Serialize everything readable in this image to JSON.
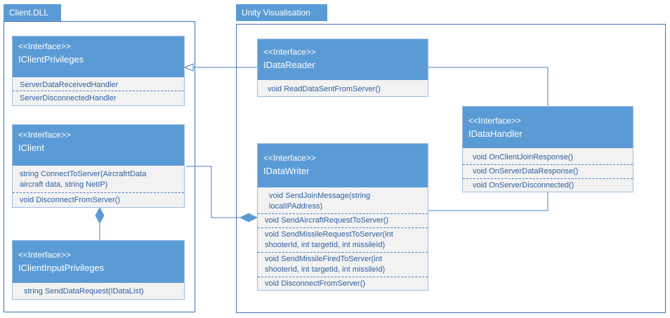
{
  "packages": {
    "client": {
      "title": "Client.DLL"
    },
    "unity": {
      "title": "Unity Visualisation"
    }
  },
  "stereotype": "<<Interface>>",
  "classes": {
    "client_privileges": {
      "name": "IClientPrivileges",
      "members": [
        "ServerDataReceivedHandler",
        "ServerDisconnectedHandler"
      ]
    },
    "client": {
      "name": "IClient",
      "members": [
        "string ConnectToServer(AircrafrtData aircraft data, string NetIP)",
        "void DisconnectFromServer()"
      ]
    },
    "client_input_privileges": {
      "name": "IClientInputPrivileges",
      "members": [
        "string SendDataRequest(IDataList)"
      ]
    },
    "data_reader": {
      "name": "IDataReader",
      "members": [
        "void ReadDataSentFromServer()"
      ]
    },
    "data_writer": {
      "name": "IDataWriter",
      "members": [
        "void SendJoinMessage(string localIPAddress)",
        "void SendAircraftRequestToServer()",
        "void SendMissileRequestToServer(int shooterId, int targetId, int missileId)",
        "void SendMissileFiredToServer(int shooterId, int targetId, int missileId)",
        "void DisconnectFromServer()"
      ]
    },
    "data_handler": {
      "name": "IDataHandler",
      "members": [
        "void OnClientJoinResponse()",
        "void OnServerDataResponse()",
        "void OnServerDisconnected()"
      ]
    }
  },
  "colors": {
    "header": "#5b9bd5",
    "border": "#3b74b4",
    "member_text": "#2f5f9f",
    "body": "#f2f2f2"
  }
}
